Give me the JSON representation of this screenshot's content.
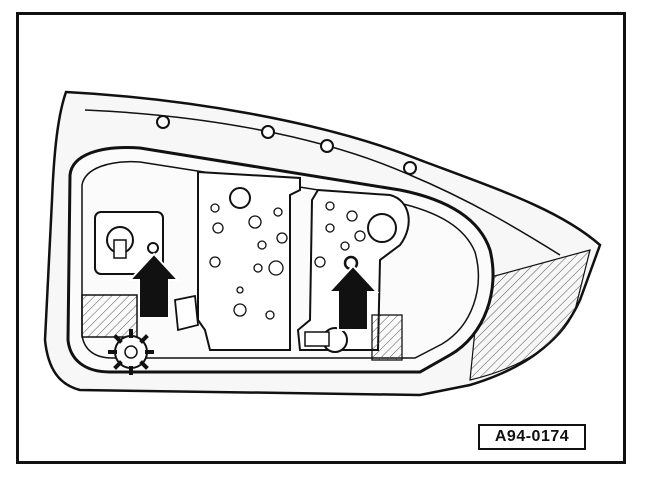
{
  "figure": {
    "id_label": "A94-0174",
    "subject": "tail-light-assembly-bulb-carrier",
    "callouts": [
      "arrow-left-fastener",
      "arrow-right-fastener"
    ],
    "line_color": "#111111",
    "hatch_color": "#555555"
  }
}
